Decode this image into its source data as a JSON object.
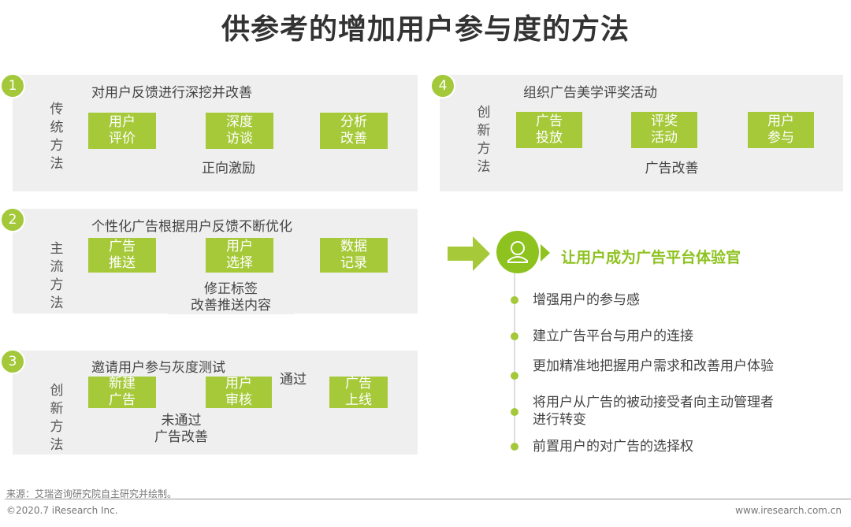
{
  "title": "供参考的增加用户参与度的方法",
  "colors": {
    "accent": "#a6c93a",
    "title_green": "#8dc21f",
    "panel_bg": "#efefef"
  },
  "panels": [
    {
      "number": "1",
      "label": "传统方法",
      "title": "对用户反馈进行深挖并改善",
      "boxes": [
        "用户\n评价",
        "深度\n访谈",
        "分析\n改善"
      ],
      "feedback": "正向激励"
    },
    {
      "number": "2",
      "label": "主流方法",
      "title": "个性化广告根据用户反馈不断优化",
      "boxes": [
        "广告\n推送",
        "用户\n选择",
        "数据\n记录"
      ],
      "feedback": "修正标签\n改善推送内容"
    },
    {
      "number": "3",
      "label": "创新方法",
      "title": "邀请用户参与灰度测试",
      "boxes": [
        "新建\n广告",
        "用户\n审核",
        "广告\n上线"
      ],
      "feedback": "未通过\n广告改善",
      "pass_label": "通过"
    },
    {
      "number": "4",
      "label": "创新方法",
      "title": "组织广告美学评奖活动",
      "boxes": [
        "广告\n投放",
        "评奖\n活动",
        "用户\n参与"
      ],
      "feedback": "广告改善"
    }
  ],
  "highlight": {
    "icon": "user-icon",
    "title": "让用户成为广告平台体验官",
    "bullets": [
      "增强用户的参与感",
      "建立广告平台与用户的连接",
      "更加精准地把握用户需求和改善用户体验",
      "将用户从广告的被动接受者向主动管理者进行转变",
      "前置用户的对广告的选择权"
    ]
  },
  "footer": {
    "source": "来源：艾瑞咨询研究院自主研究并绘制。",
    "copyright": "©2020.7 iResearch Inc.",
    "url": "www.iresearch.com.cn"
  }
}
